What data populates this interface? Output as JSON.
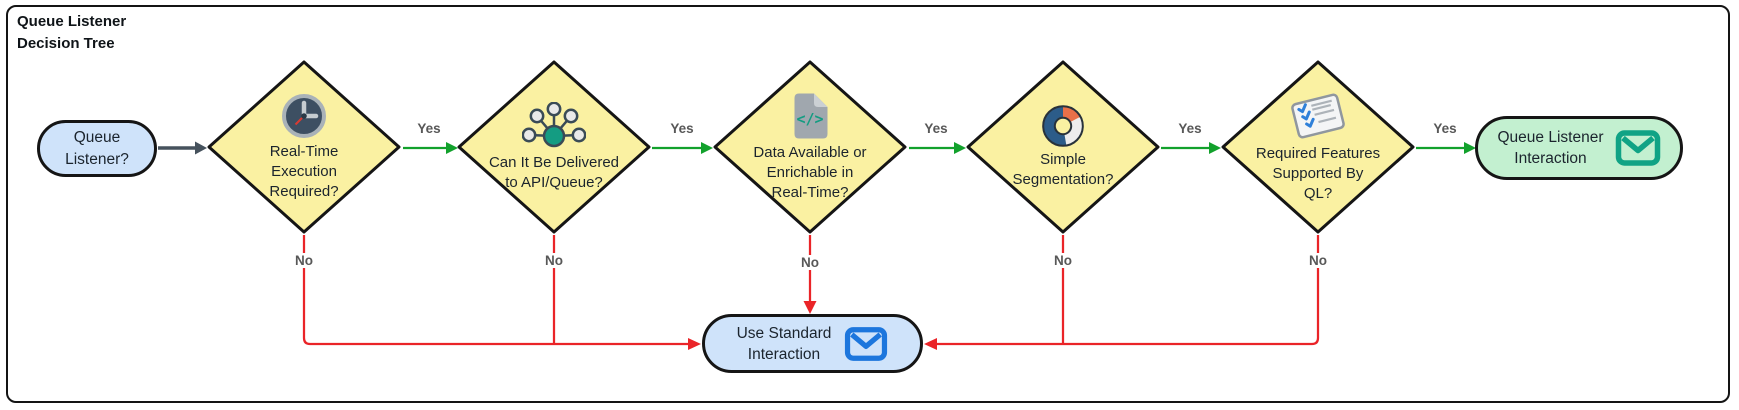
{
  "title": {
    "line1": "Queue Listener",
    "line2": "Decision Tree"
  },
  "flow": {
    "start": {
      "lines": [
        "Queue",
        "Listener?"
      ]
    },
    "decisions": [
      {
        "icon": "clock-icon",
        "lines": [
          "Real-Time",
          "Execution",
          "Required?"
        ]
      },
      {
        "icon": "network-hub-icon",
        "lines": [
          "Can It Be Delivered",
          "to API/Queue?"
        ]
      },
      {
        "icon": "code-file-icon",
        "lines": [
          "Data Available or",
          "Enrichable in",
          "Real-Time?"
        ]
      },
      {
        "icon": "donut-chart-icon",
        "lines": [
          "Simple",
          "Segmentation?"
        ]
      },
      {
        "icon": "checklist-icon",
        "lines": [
          "Required Features",
          "Supported By",
          "QL?"
        ]
      }
    ],
    "outcomes": {
      "success": {
        "icon": "envelope-icon",
        "lines": [
          "Queue Listener",
          "Interaction"
        ]
      },
      "fallback": {
        "icon": "envelope-icon",
        "lines": [
          "Use Standard",
          "Interaction"
        ]
      }
    },
    "labels": {
      "yes": "Yes",
      "no": "No"
    }
  },
  "icons": {
    "code_glyph": "</>"
  },
  "colors": {
    "diamond_fill": "#FAF1A2",
    "node_border": "#151515",
    "pill_blue": "#CFE3FA",
    "pill_green": "#C3F0D0",
    "yes_arrow_green": "#12A12C",
    "no_arrow_red": "#EA2428",
    "start_arrow_slate": "#46525D",
    "edge_label_gray": "#585858",
    "envelope_teal": "#10A385",
    "envelope_blue": "#1C76DD"
  }
}
